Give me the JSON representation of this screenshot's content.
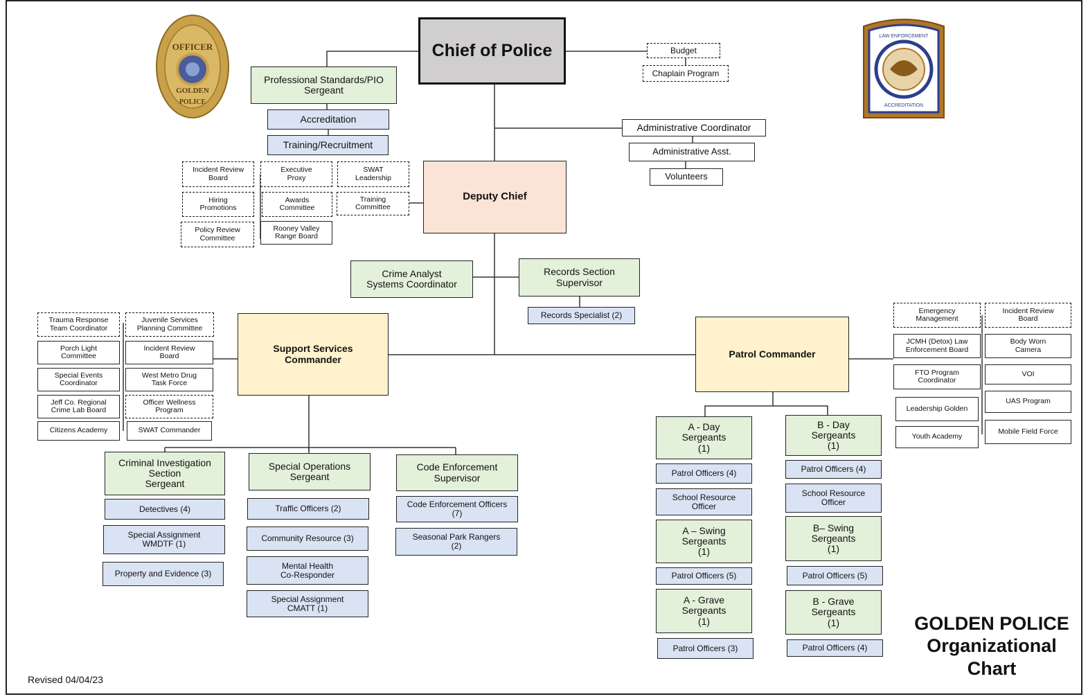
{
  "title": {
    "line1": "GOLDEN POLICE",
    "line2": "Organizational",
    "line3": "Chart"
  },
  "revised": "Revised 04/04/23",
  "badge": {
    "text_top": "OFFICER",
    "text_mid": "GOLDEN",
    "text_bottom": "POLICE"
  },
  "seal": {
    "text_top": "LAW ENFORCEMENT",
    "text_bottom": "ACCREDITATION"
  },
  "colors": {
    "green": "#e3f0da",
    "blue": "#dae3f3",
    "peach": "#fbe4d5",
    "yellow": "#fff2cc",
    "grey": "#d0cece"
  },
  "boxes": {
    "chief": "Chief of Police",
    "budget": "Budget",
    "chaplain": "Chaplain Program",
    "prof_standards": "Professional Standards/PIO\nSergeant",
    "accreditation": "Accreditation",
    "training_recruitment": "Training/Recruitment",
    "admin_coord": "Administrative Coordinator",
    "admin_asst": "Administrative Asst.",
    "volunteers": "Volunteers",
    "deputy_chief": "Deputy Chief",
    "dc_incident_review": "Incident Review\nBoard",
    "dc_executive_proxy": "Executive\nProxy",
    "dc_swat_leadership": "SWAT\nLeadership",
    "dc_hiring": "Hiring\nPromotions",
    "dc_awards": "Awards\nCommittee",
    "dc_training_committee": "Training\nCommittee",
    "dc_policy_review": "Policy Review\nCommittee",
    "dc_rooney": "Rooney Valley\nRange Board",
    "crime_analyst": "Crime Analyst\nSystems Coordinator",
    "records_supervisor": "Records Section\nSupervisor",
    "records_specialist": "Records Specialist (2)",
    "support_commander": "Support Services\nCommander",
    "ss_trauma": "Trauma Response\nTeam Coordinator",
    "ss_juvenile": "Juvenile Services\nPlanning Committee",
    "ss_porch": "Porch Light\nCommittee",
    "ss_incident": "Incident Review\nBoard",
    "ss_special_events": "Special Events\nCoordinator",
    "ss_west_metro": "West Metro Drug\nTask Force",
    "ss_jeffco": "Jeff Co. Regional\nCrime Lab Board",
    "ss_wellness": "Officer Wellness\nProgram",
    "ss_citizens": "Citizens Academy",
    "ss_swat_commander": "SWAT Commander",
    "cis_sergeant": "Criminal Investigation\nSection\nSergeant",
    "detectives": "Detectives (4)",
    "special_wmdtf": "Special Assignment\nWMDTF (1)",
    "property": "Property and Evidence (3)",
    "special_ops": "Special Operations\nSergeant",
    "traffic": "Traffic Officers (2)",
    "community": "Community Resource (3)",
    "mental_health": "Mental Health\nCo-Responder",
    "special_cmatt": "Special Assignment\nCMATT (1)",
    "code_supervisor": "Code Enforcement\nSupervisor",
    "code_officers": "Code Enforcement Officers\n(7)",
    "park_rangers": "Seasonal Park Rangers\n(2)",
    "patrol_commander": "Patrol Commander",
    "pc_emergency": "Emergency\nManagement",
    "pc_incident": "Incident Review\nBoard",
    "pc_jcmh": "JCMH (Detox) Law\nEnforcement Board",
    "pc_bodycam": "Body Worn\nCamera",
    "pc_fto": "FTO Program\nCoordinator",
    "pc_voi": "VOI",
    "pc_leadership": "Leadership Golden",
    "pc_uas": "UAS Program",
    "pc_youth": "Youth Academy",
    "pc_mobile": "Mobile Field Force",
    "a_day": "A - Day\nSergeants\n(1)",
    "a_day_patrol": "Patrol Officers (4)",
    "a_sro": "School Resource\nOfficer",
    "a_swing": "A – Swing\nSergeants\n(1)",
    "a_swing_patrol": "Patrol Officers (5)",
    "a_grave": "A - Grave\nSergeants\n(1)",
    "a_grave_patrol": "Patrol Officers (3)",
    "b_day": "B - Day\nSergeants\n(1)",
    "b_day_patrol": "Patrol Officers (4)",
    "b_sro": "School Resource\nOfficer",
    "b_swing": "B– Swing\nSergeants\n(1)",
    "b_swing_patrol": "Patrol Officers (5)",
    "b_grave": "B - Grave\nSergeants\n(1)",
    "b_grave_patrol": "Patrol Officers (4)"
  }
}
